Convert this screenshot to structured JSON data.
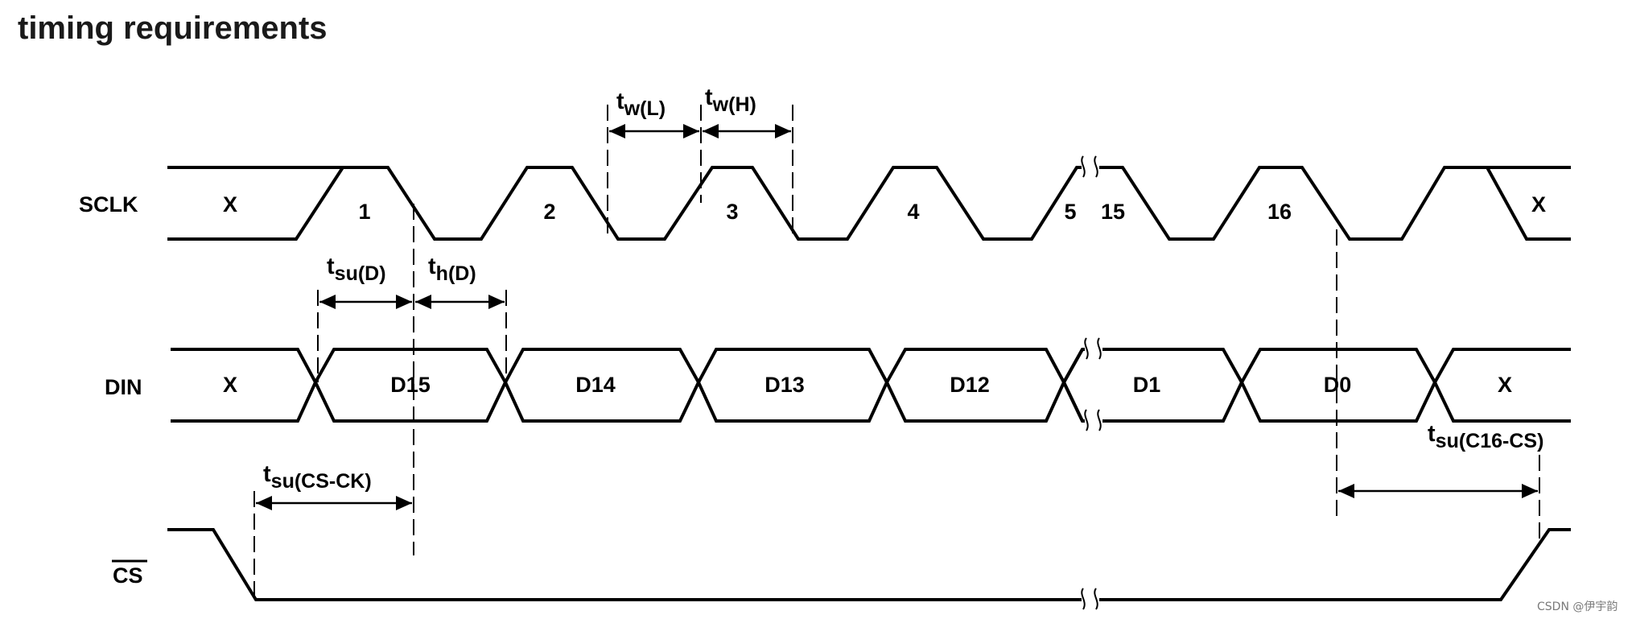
{
  "title": "timing requirements",
  "signals": {
    "sclk": "SCLK",
    "din": "DIN",
    "cs": "CS"
  },
  "sclk_cells": {
    "x_start": "X",
    "c1": "1",
    "c2": "2",
    "c3": "3",
    "c4": "4",
    "c5": "5",
    "c15": "15",
    "c16": "16",
    "x_end": "X"
  },
  "din_cells": {
    "x_start": "X",
    "d15": "D15",
    "d14": "D14",
    "d13": "D13",
    "d12": "D12",
    "d1": "D1",
    "d0": "D0",
    "x_end": "X"
  },
  "timing": {
    "tw_l": {
      "main": "t",
      "sub": "w(L)"
    },
    "tw_h": {
      "main": "t",
      "sub": "w(H)"
    },
    "tsu_d": {
      "main": "t",
      "sub": "su(D)"
    },
    "th_d": {
      "main": "t",
      "sub": "h(D)"
    },
    "tsu_cs_ck": {
      "main": "t",
      "sub": "su(CS-CK)"
    },
    "tsu_c16_cs": {
      "main": "t",
      "sub": "su(C16-CS)"
    }
  },
  "watermark": "CSDN @伊宇韵"
}
